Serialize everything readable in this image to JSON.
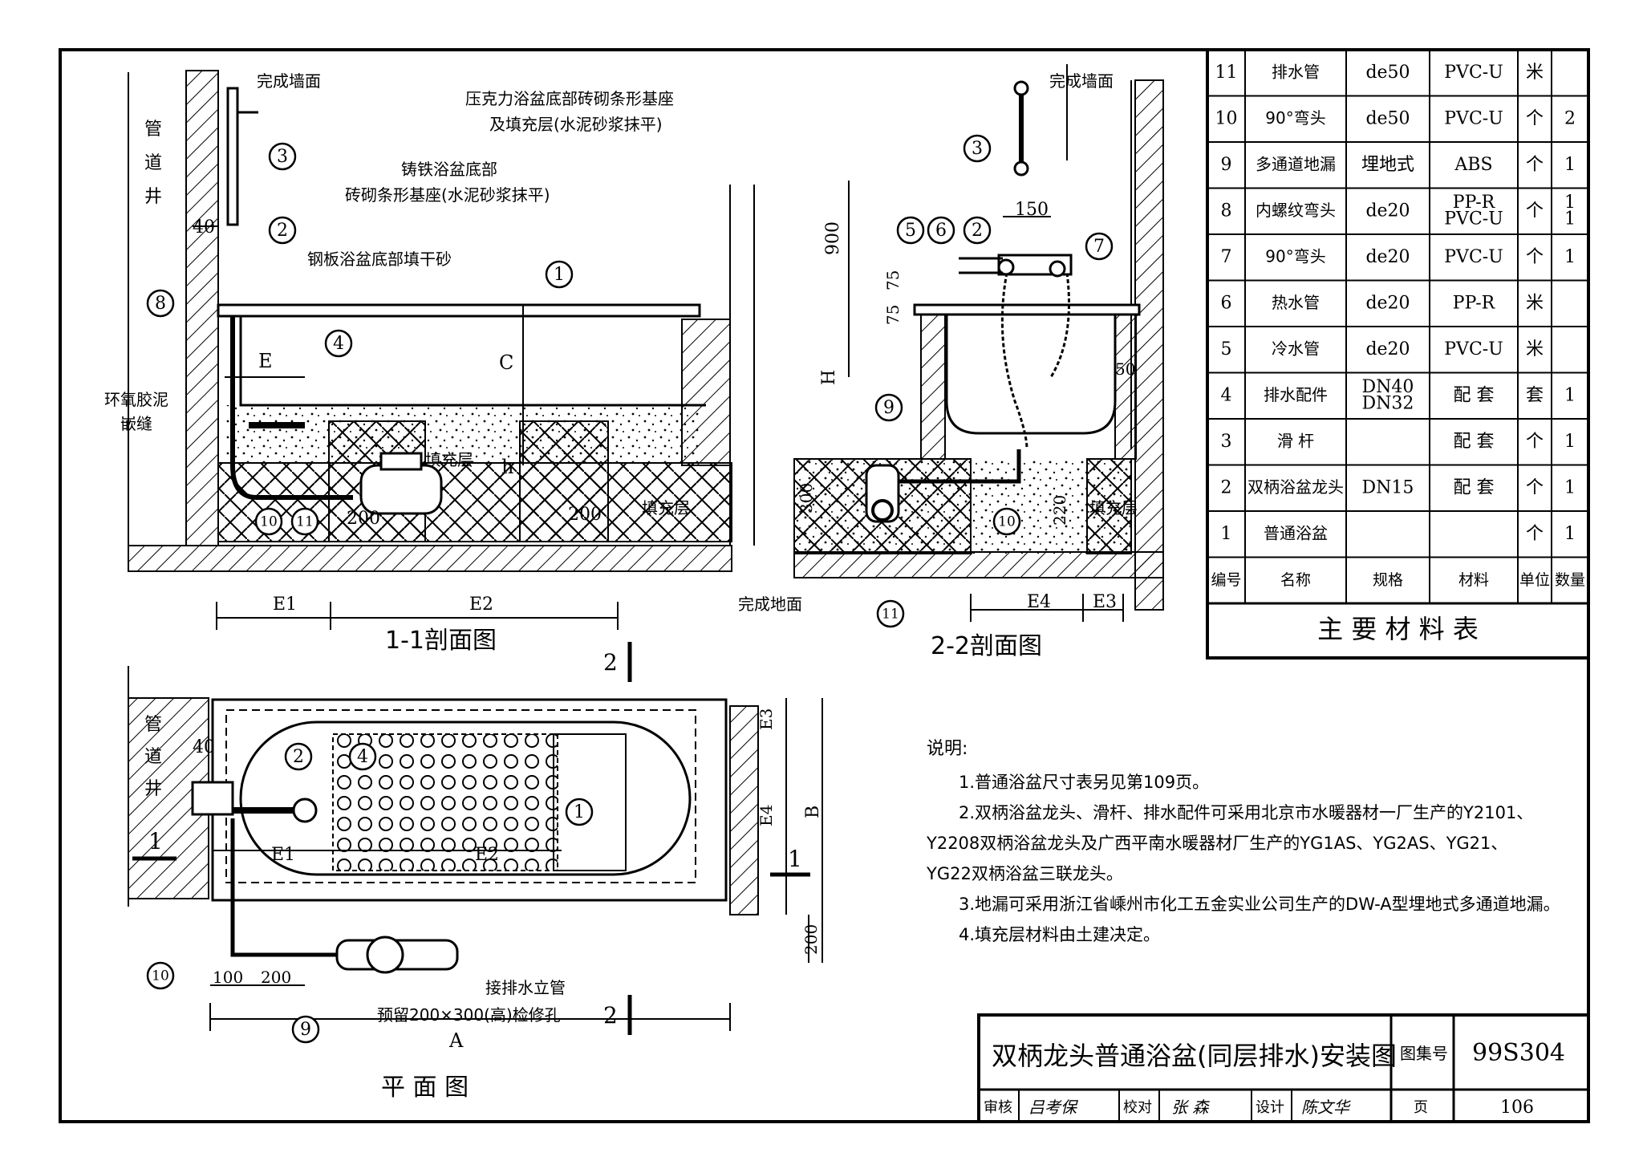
{
  "sections": {
    "s11": "1-1剖面图",
    "s22": "2-2剖面图",
    "plan": "平  面  图"
  },
  "labels": {
    "finished_wall": "完成墙面",
    "finished_wall2": "完成墙面",
    "pipe_shaft": [
      "管",
      "道",
      "井"
    ],
    "pipe_shaft2": [
      "管",
      "道",
      "井"
    ],
    "acrylic_base": [
      "压克力浴盆底部砖砌条形基座",
      "及填充层(水泥砂浆抹平)"
    ],
    "cast_iron_base": [
      "铸铁浴盆底部",
      "砖砌条形基座(水泥砂浆抹平)"
    ],
    "steel_base": "钢板浴盆底部填干砂",
    "epoxy": [
      "环氧胶泥",
      "嵌缝"
    ],
    "fill1": "填充层",
    "fill2": "填充层",
    "fill3": "填充层",
    "finished_floor": "完成地面",
    "riser": "接排水立管",
    "access_hole": "预留200×300(高)检修孔",
    "cut1": "1",
    "cut2": "2"
  },
  "dims": {
    "d40a": "40",
    "d40b": "40",
    "E": "E",
    "C": "C",
    "h": "h",
    "d200a": "200",
    "d200b": "200",
    "E1": "E1",
    "E2": "E2",
    "d900": "900",
    "d150": "150",
    "d75a": "75",
    "d75b": "75",
    "H": "H",
    "d50": "50",
    "d300": "300",
    "d220": "220",
    "E4": "E4",
    "E3": "E3",
    "pE3": "E3",
    "pE4": "E4",
    "pB": "B",
    "pE1": "E1",
    "pE2": "E2",
    "d100": "100",
    "d200c": "200",
    "d200d": "200",
    "pA": "A"
  },
  "table": {
    "rows": [
      [
        "11",
        "排水管",
        "de50",
        "PVC-U",
        "米",
        ""
      ],
      [
        "10",
        "90°弯头",
        "de50",
        "PVC-U",
        "个",
        "2"
      ],
      [
        "9",
        "多通道地漏",
        "埋地式",
        "ABS",
        "个",
        "1"
      ],
      [
        "8",
        "内螺纹弯头",
        "de20",
        "PP-R\nPVC-U",
        "个",
        "1\n1"
      ],
      [
        "7",
        "90°弯头",
        "de20",
        "PVC-U",
        "个",
        "1"
      ],
      [
        "6",
        "热水管",
        "de20",
        "PP-R",
        "米",
        ""
      ],
      [
        "5",
        "冷水管",
        "de20",
        "PVC-U",
        "米",
        ""
      ],
      [
        "4",
        "排水配件",
        "DN40\nDN32",
        "配 套",
        "套",
        "1"
      ],
      [
        "3",
        "滑 杆",
        "",
        "配 套",
        "个",
        "1"
      ],
      [
        "2",
        "双柄浴盆龙头",
        "DN15",
        "配 套",
        "个",
        "1"
      ],
      [
        "1",
        "普通浴盆",
        "",
        "",
        "个",
        "1"
      ]
    ],
    "header": [
      "编号",
      "名称",
      "规格",
      "材料",
      "单位",
      "数量"
    ],
    "caption": "主  要  材  料  表"
  },
  "notes": {
    "title": "说明:",
    "lines": [
      "1.普通浴盆尺寸表另见第109页。",
      "2.双柄浴盆龙头、滑杆、排水配件可采用北京市水暖器材一厂生产的Y2101、",
      "Y2208双柄浴盆龙头及广西平南水暖器材厂生产的YG1AS、YG2AS、YG21、",
      "YG22双柄浴盆三联龙头。",
      "3.地漏可采用浙江省嵊州市化工五金实业公司生产的DW-A型埋地式多通道地漏。",
      "4.填充层材料由土建决定。"
    ]
  },
  "titleblock": {
    "title": "双柄龙头普通浴盆(同层排水)安装图",
    "atlas_label": "图集号",
    "atlas_no": "99S304",
    "review": "审核",
    "review_sig": "吕考保",
    "check": "校对",
    "check_sig": "张 森",
    "design": "设计",
    "design_sig": "陈文华",
    "page_label": "页",
    "page_no": "106"
  },
  "markers": [
    "1",
    "2",
    "3",
    "4",
    "5",
    "6",
    "7",
    "8",
    "9",
    "10",
    "11"
  ]
}
